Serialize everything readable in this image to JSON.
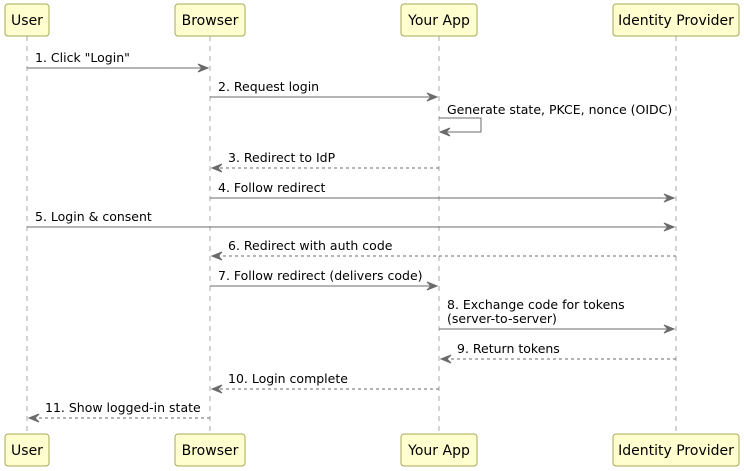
{
  "colors": {
    "participant_fill": "#fefece",
    "participant_border": "#a8a85a",
    "arrow": "#6b6b6b",
    "lifeline": "#a8a8a8"
  },
  "participants": [
    {
      "id": "user",
      "label": "User"
    },
    {
      "id": "browser",
      "label": "Browser"
    },
    {
      "id": "app",
      "label": "Your App"
    },
    {
      "id": "idp",
      "label": "Identity Provider"
    }
  ],
  "messages": [
    {
      "from": "user",
      "to": "browser",
      "style": "solid",
      "lines": [
        "1. Click \"Login\""
      ]
    },
    {
      "from": "browser",
      "to": "app",
      "style": "solid",
      "lines": [
        "2. Request login"
      ]
    },
    {
      "from": "app",
      "to": "app",
      "style": "solid",
      "lines": [
        "Generate state, PKCE, nonce (OIDC)"
      ]
    },
    {
      "from": "app",
      "to": "browser",
      "style": "dashed",
      "lines": [
        "3. Redirect to IdP"
      ]
    },
    {
      "from": "browser",
      "to": "idp",
      "style": "solid",
      "lines": [
        "4. Follow redirect"
      ]
    },
    {
      "from": "user",
      "to": "idp",
      "style": "solid",
      "lines": [
        "5. Login & consent"
      ]
    },
    {
      "from": "idp",
      "to": "browser",
      "style": "dashed",
      "lines": [
        "6. Redirect with auth code"
      ]
    },
    {
      "from": "browser",
      "to": "app",
      "style": "solid",
      "lines": [
        "7. Follow redirect (delivers code)"
      ]
    },
    {
      "from": "app",
      "to": "idp",
      "style": "solid",
      "lines": [
        "8. Exchange code for tokens",
        "(server-to-server)"
      ]
    },
    {
      "from": "idp",
      "to": "app",
      "style": "dashed",
      "lines": [
        "9. Return tokens"
      ]
    },
    {
      "from": "app",
      "to": "browser",
      "style": "dashed",
      "lines": [
        "10. Login complete"
      ]
    },
    {
      "from": "browser",
      "to": "user",
      "style": "dashed",
      "lines": [
        "11. Show logged-in state"
      ]
    }
  ]
}
